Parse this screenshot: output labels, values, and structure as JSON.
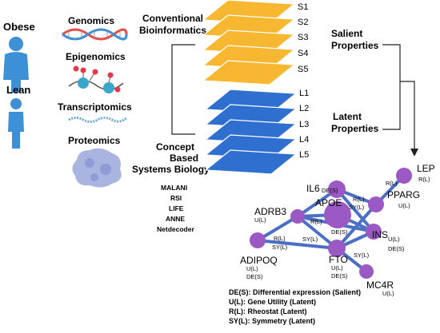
{
  "phenotypes": {
    "obese": "Obese",
    "lean": "Lean"
  },
  "omics": [
    "Genomics",
    "Epigenomics",
    "Transcriptomics",
    "Proteomics"
  ],
  "conventional": {
    "line1": "Conventional",
    "line2": "Bioinformatics"
  },
  "concept": {
    "line1": "Concept",
    "line2": "Based",
    "line3": "Systems Biology"
  },
  "tools": [
    "MALANI",
    "RSI",
    "LIFE",
    "ANNE",
    "Netdecoder"
  ],
  "salient_layers": [
    "S1",
    "S2",
    "S3",
    "S4",
    "S5"
  ],
  "latent_layers": [
    "L1",
    "L2",
    "L3",
    "L4",
    "L5"
  ],
  "salient_label": {
    "line1": "Salient",
    "line2": "Properties"
  },
  "latent_label": {
    "line1": "Latent",
    "line2": "Properties"
  },
  "colors": {
    "salient": "#f7b731",
    "latent": "#2f6fd0",
    "node": "#9b59c4",
    "edge": "#4a6fc4",
    "person": "#3d8fd6"
  },
  "network": {
    "genes": {
      "il6": "IL6",
      "lep": "LEP",
      "pparg": "PPARG",
      "adrb3": "ADRB3",
      "apoe": "APOE",
      "ins": "INS",
      "fto": "FTO",
      "adipoq": "ADIPOQ",
      "mc4r": "MC4R"
    },
    "tags": {
      "il6_de": "DE(S)",
      "il6_r": "R(L)",
      "il6_sy": "SY(L)",
      "lep_r": "R(L)",
      "pparg_u": "U(L)",
      "pparg_r": "R(L)",
      "adrb3_u": "U(L)",
      "adrb3_r": "R(L)",
      "apoe_de": "DE(S)",
      "ins_u": "U(L)",
      "ins_de": "DE(S)",
      "n1_r": "R(L)",
      "n1_sy": "SY(L)",
      "fto_sy": "SY(L)",
      "fto_u": "U(L)",
      "fto_de": "DE(S)",
      "n2_sy": "SY(L)",
      "adipoq_u": "U(L)",
      "adipoq_de": "DE(S)",
      "mc4r_u": "U(L)"
    }
  },
  "legend": [
    "DE(S): Differential expression (Salient)",
    "U(L): Gene Utility (Latent)",
    "R(L): Rheostat (Latent)",
    "SY(L): Symmetry (Latent)"
  ]
}
